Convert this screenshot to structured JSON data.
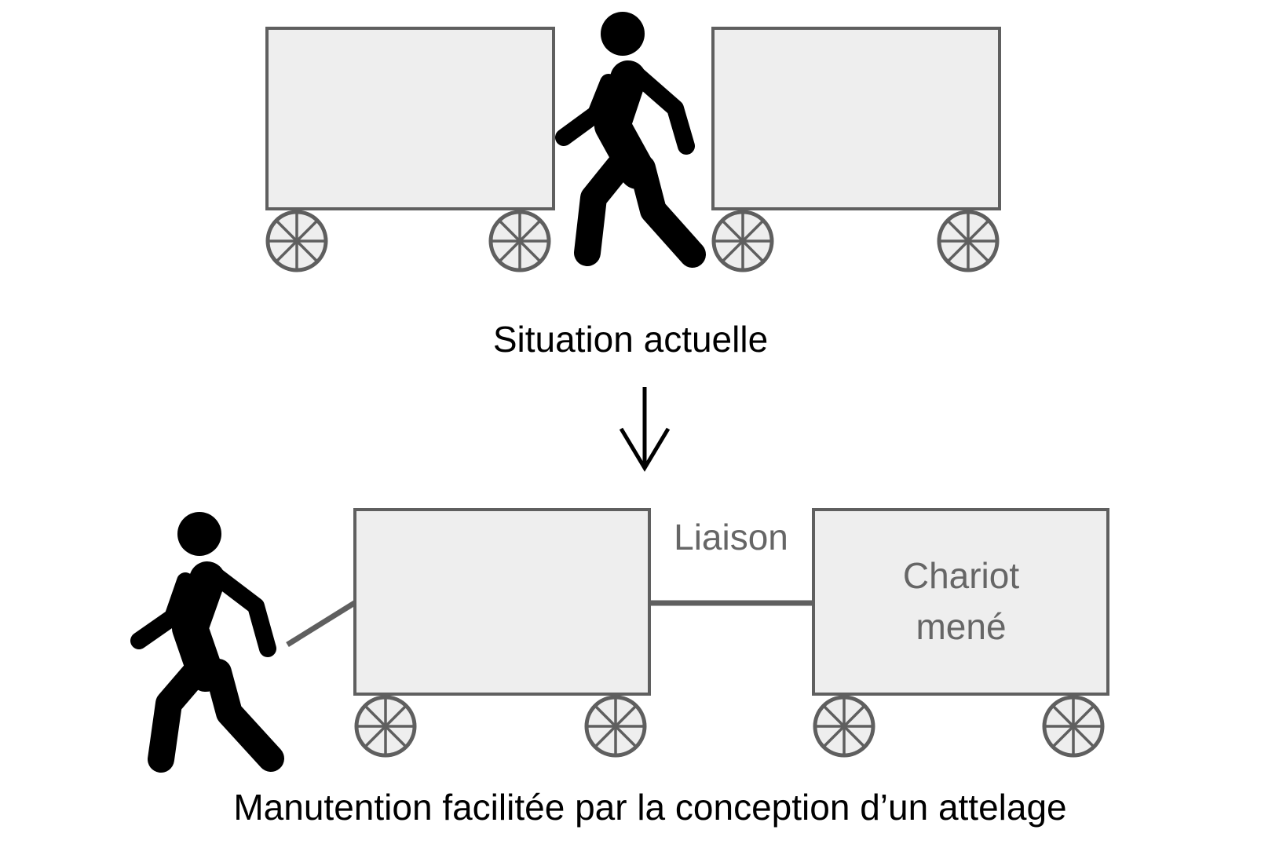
{
  "captions": {
    "top": "Situation actuelle",
    "bottom": "Manutention facilitée par la conception d’un attelage"
  },
  "labels": {
    "link": "Liaison",
    "led_cart_line1": "Chariot",
    "led_cart_line2": "mené"
  },
  "colors": {
    "outline": "#5f5f5f",
    "cart_fill": "#eeeeee",
    "figure": "#000000",
    "label_text": "#666666"
  }
}
